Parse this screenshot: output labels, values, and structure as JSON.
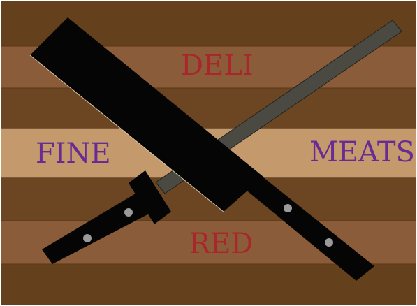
{
  "sign": {
    "top_word": "DELI",
    "left_word": "FINE",
    "right_word": "MEATS",
    "bottom_word": "RED"
  },
  "colors": {
    "dark_wood": "#65401c",
    "mid_wood": "#8a5c39",
    "light_wood": "#c49a6c",
    "red_text": "#a8262c",
    "purple_text": "#6a2a94",
    "blade": "#050505",
    "steel": "#4a4a42",
    "rivet": "#9a9a9a"
  },
  "icons": [
    "cleaver-icon",
    "sharpening-steel-icon"
  ]
}
